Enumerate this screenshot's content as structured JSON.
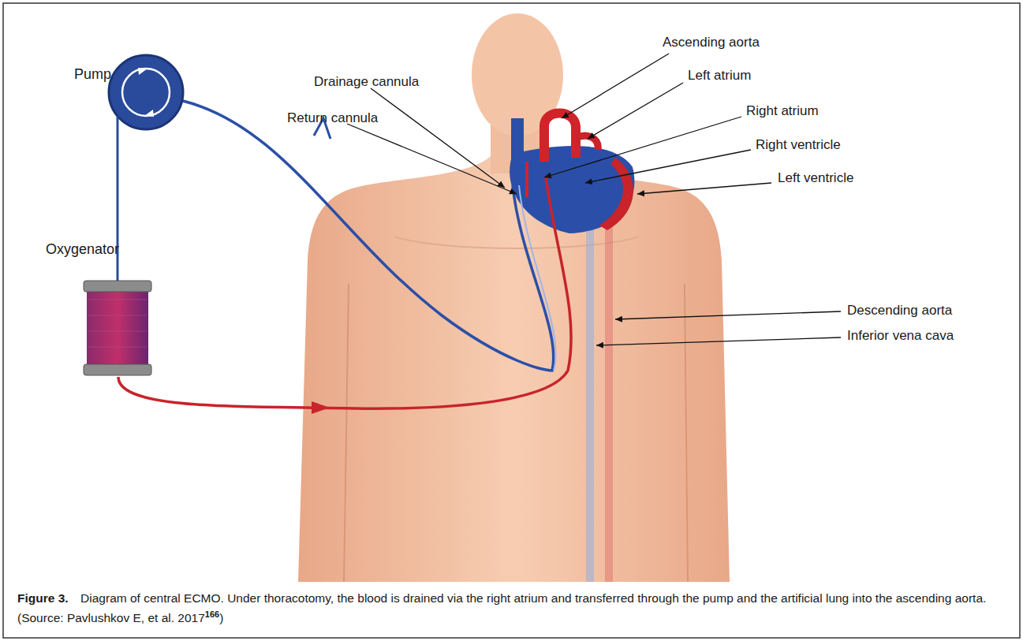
{
  "diagram": {
    "caption": "Diagram of central ECMO. Under thoracotomy, the blood is drained via the right atrium and transferred through the pump and the artificial lung into the ascending aorta. (Source: Pavlushkov E, et al. 2017",
    "nodes": [
      {
        "text": [
          "Pump"
        ]
      },
      {
        "text": [
          "Oxygenator"
        ]
      }
    ],
    "edges": [
      {
        "from": 0,
        "to": 1,
        "arrow": "none"
      }
    ],
    "labels": [
      "Drainage cannula",
      "Return cannula",
      "Ascending aorta",
      "Left atrium",
      "Right atrium",
      "Right ventricle",
      "Left ventricle",
      "Descending aorta",
      "Inferior vena cava",
      "Figure 3.",
      "166",
      ")"
    ]
  }
}
